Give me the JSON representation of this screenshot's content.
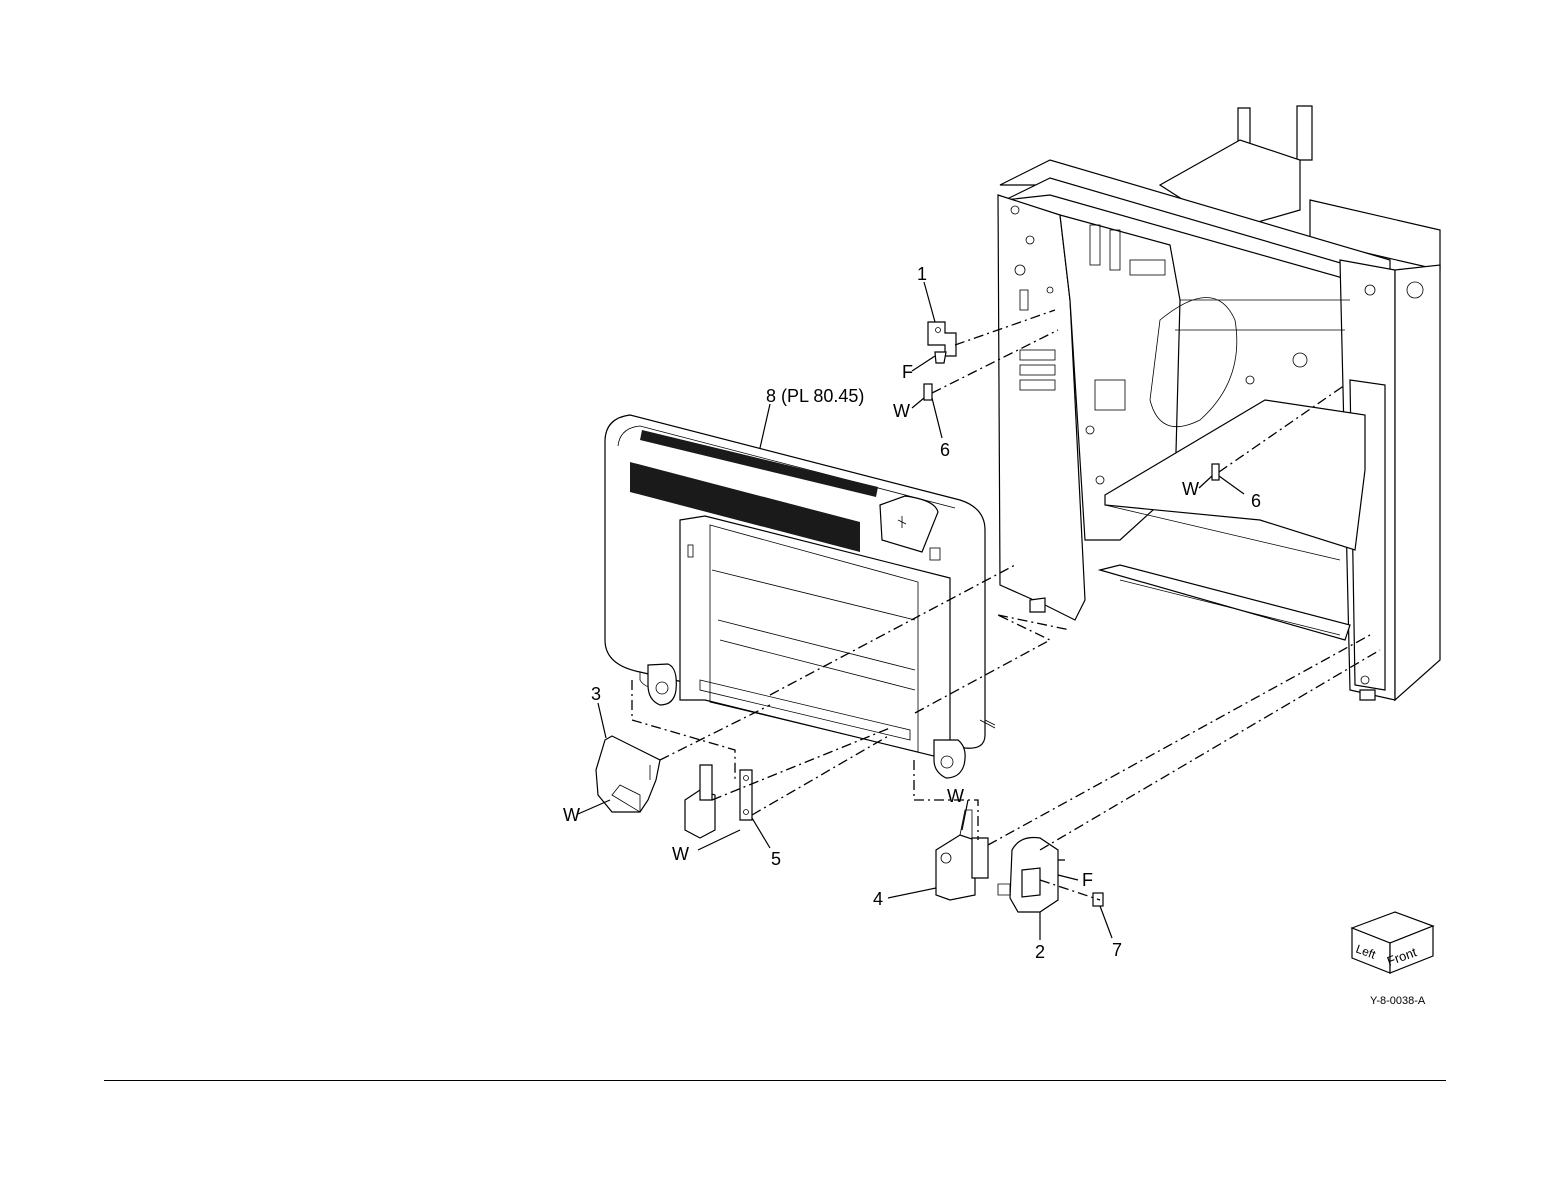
{
  "callouts": {
    "part_1": "1",
    "part_2": "2",
    "part_3": "3",
    "part_4": "4",
    "part_5": "5",
    "part_6_top": "6",
    "part_6_right": "6",
    "part_7": "7",
    "part_8": "8 (PL 80.45)",
    "f_top": "F",
    "f_right": "F",
    "w_top": "W",
    "w_right": "W",
    "w_left": "W",
    "w_bracket5": "W",
    "w_hinge4": "W"
  },
  "orientation_cube": {
    "left": "Left",
    "front": "Front"
  },
  "figure_id": "Y-8-0038-A"
}
